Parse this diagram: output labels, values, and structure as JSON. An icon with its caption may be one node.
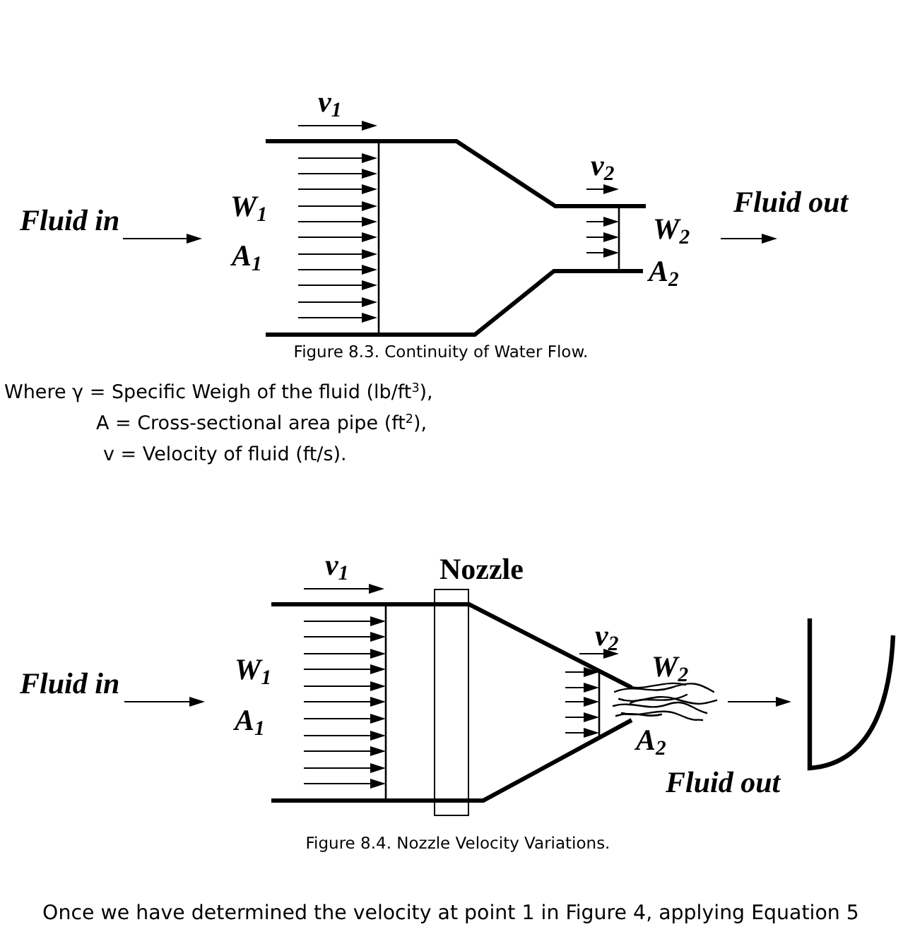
{
  "diagram": {
    "nodes": [
      {
        "text": [
          "Nozzle"
        ]
      }
    ],
    "labels": [
      "v$_{1}$",
      "v$_{2}$",
      "Fluid in",
      "W$_{1}$",
      "Fluid out",
      "W$_{2}$",
      "A$_{1}$",
      "A$_{2}$",
      "Figure 8.3. Continuity of Water Flow.",
      "Where γ = Specific Weigh of the fluid (lb/ft$^{3}$),",
      "A = Cross-sectional area pipe (ft$^{2}$),",
      "v = Velocity of fluid (ft/s).",
      "v$_{1}$",
      "v$_{2}$",
      "W$_{2}$",
      "Fluid in",
      "W$_{1}$",
      "A$_{1}$",
      "A$_{2}$",
      "Fluid out",
      "Figure 8.4. Nozzle Velocity Variations.",
      "Once we have determined the velocity at point 1 in Figure 4, applying Equation 5"
    ]
  }
}
